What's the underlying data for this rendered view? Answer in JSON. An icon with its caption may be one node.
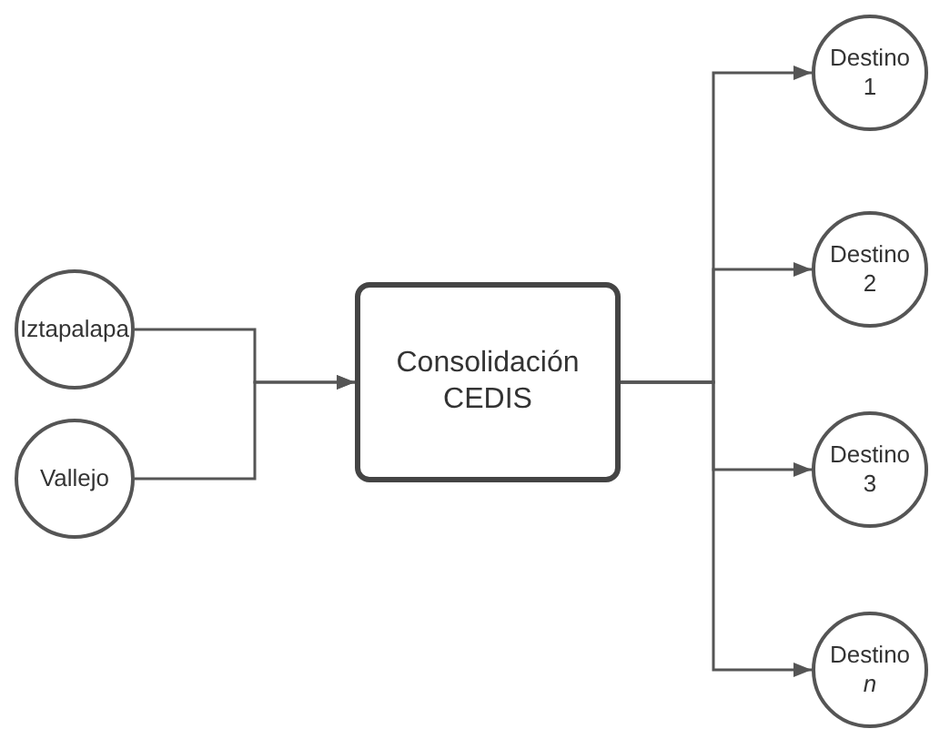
{
  "diagram": {
    "nodes": [
      {
        "text": [
          "Iztapalapa"
        ]
      },
      {
        "text": [
          "Vallejo"
        ]
      },
      {
        "text": [
          "Consolidación CEDIS"
        ]
      },
      {
        "text": [
          "Destino 1"
        ]
      },
      {
        "text": [
          "Destino 2"
        ]
      },
      {
        "text": [
          "Destino 3"
        ]
      },
      {
        "text": [
          "Destino *n*"
        ]
      }
    ],
    "edges": [
      {
        "from": 0,
        "to": 2,
        "arrow": "to"
      },
      {
        "from": 1,
        "to": 2,
        "arrow": "to"
      },
      {
        "from": 2,
        "to": 3,
        "arrow": "to"
      },
      {
        "from": 2,
        "to": 4,
        "arrow": "to"
      },
      {
        "from": 2,
        "to": 5,
        "arrow": "to"
      },
      {
        "from": 2,
        "to": 6,
        "arrow": "to"
      }
    ]
  }
}
